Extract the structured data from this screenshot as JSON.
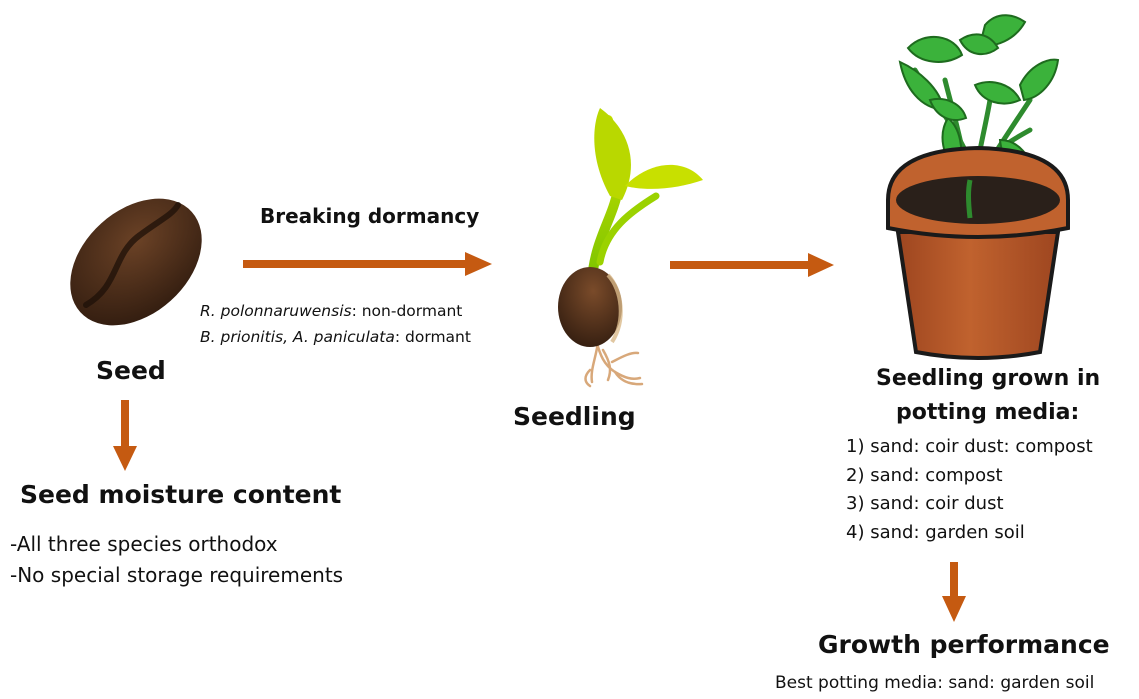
{
  "nodes": {
    "seed": {
      "label": "Seed"
    },
    "seedling": {
      "label": "Seedling"
    },
    "potted": {
      "title_line1": "Seedling grown in",
      "title_line2": "potting media:",
      "media": [
        "1) sand: coir dust: compost",
        "2) sand: compost",
        "3) sand: coir dust",
        "4) sand: garden soil"
      ]
    },
    "moisture": {
      "title": "Seed moisture content",
      "notes": [
        "-All three species orthodox",
        "-No special storage requirements"
      ]
    },
    "growth": {
      "title": "Growth performance",
      "note": "Best potting media: sand: garden soil"
    }
  },
  "edges": {
    "dormancy": {
      "label": "Breaking dormancy",
      "species1_name": "R. polonnaruwensis",
      "species1_status": ": non-dormant",
      "species2_name": "B. prionitis, A. paniculata",
      "species2_status": ": dormant"
    }
  },
  "colors": {
    "arrow": "#C55A11",
    "seed_dark": "#2E1A0E",
    "seed_light": "#6B4226",
    "leaf_yellow": "#C8E000",
    "leaf_green": "#33B233",
    "pot": "#B5562A",
    "soil": "#2A201A"
  },
  "icons": [
    "seed-icon",
    "sprouting-seedling-icon",
    "potted-plant-icon"
  ]
}
